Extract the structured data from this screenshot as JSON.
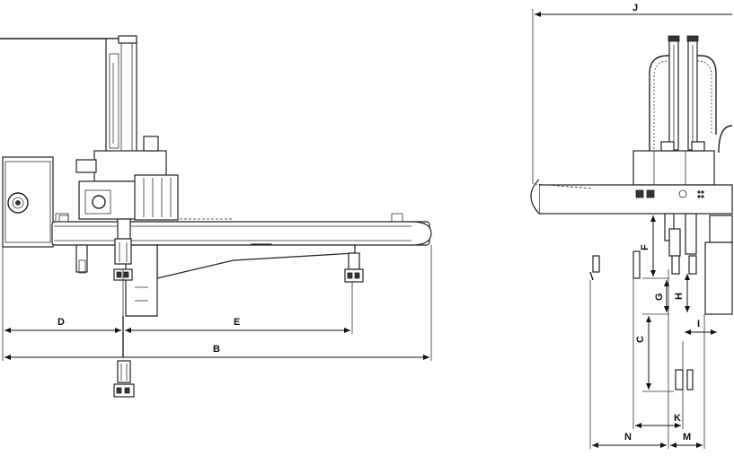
{
  "labels": {
    "B": "B",
    "C": "C",
    "D": "D",
    "E": "E",
    "F": "F",
    "G": "G",
    "H": "H",
    "I": "I",
    "J": "J",
    "K": "K",
    "M": "M",
    "N": "N"
  }
}
